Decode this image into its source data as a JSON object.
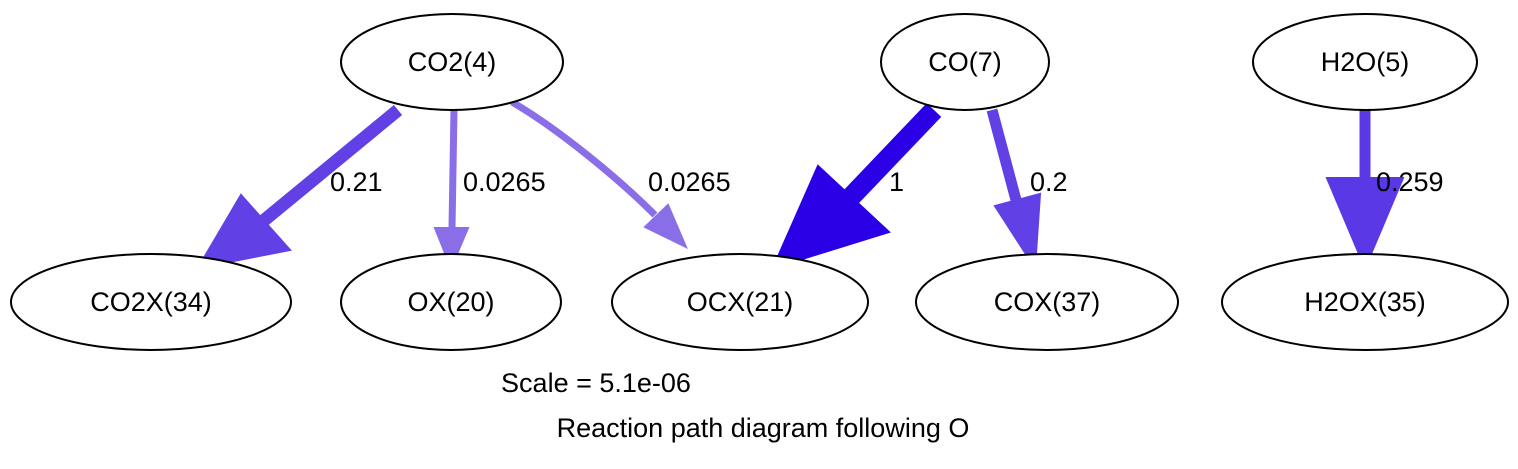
{
  "diagram": {
    "nodes": {
      "co2": "CO2(4)",
      "co": "CO(7)",
      "h2o": "H2O(5)",
      "co2x": "CO2X(34)",
      "ox": "OX(20)",
      "ocx": "OCX(21)",
      "cox": "COX(37)",
      "h2ox": "H2OX(35)"
    },
    "edges": {
      "co2_co2x": {
        "from": "CO2(4)",
        "to": "CO2X(34)",
        "label": "0.21",
        "color": "#6140e6"
      },
      "co2_ox": {
        "from": "CO2(4)",
        "to": "OX(20)",
        "label": "0.0265",
        "color": "#8a6ee8"
      },
      "co2_ocx": {
        "from": "CO2(4)",
        "to": "OCX(21)",
        "label": "0.0265",
        "color": "#8a6ee8"
      },
      "co_ocx": {
        "from": "CO(7)",
        "to": "OCX(21)",
        "label": "1",
        "color": "#2b00e6"
      },
      "co_cox": {
        "from": "CO(7)",
        "to": "COX(37)",
        "label": "0.2",
        "color": "#6140e6"
      },
      "h2o_h2ox": {
        "from": "H2O(5)",
        "to": "H2OX(35)",
        "label": "0.259",
        "color": "#5a38e6"
      }
    },
    "scale_text": "Scale = 5.1e-06",
    "caption": "Reaction path diagram following O"
  }
}
